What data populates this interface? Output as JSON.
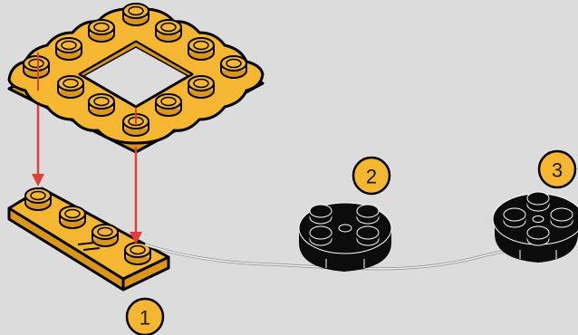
{
  "steps": [
    {
      "label": "1"
    },
    {
      "label": "2"
    },
    {
      "label": "3"
    }
  ],
  "colors": {
    "background": "#dcdcdc",
    "brick_yellow": "#f5b731",
    "brick_yellow_shadow": "#d9961a",
    "brick_black": "#0c0c0c",
    "arrow_red": "#e0403a",
    "badge_fill": "#f5b731",
    "wire": "#f2f2f2"
  },
  "parts": [
    {
      "name": "yellow-square-frame-plate"
    },
    {
      "name": "yellow-1x4-plate"
    },
    {
      "name": "black-round-2x2-plate"
    },
    {
      "name": "black-round-2x2-plate"
    }
  ]
}
